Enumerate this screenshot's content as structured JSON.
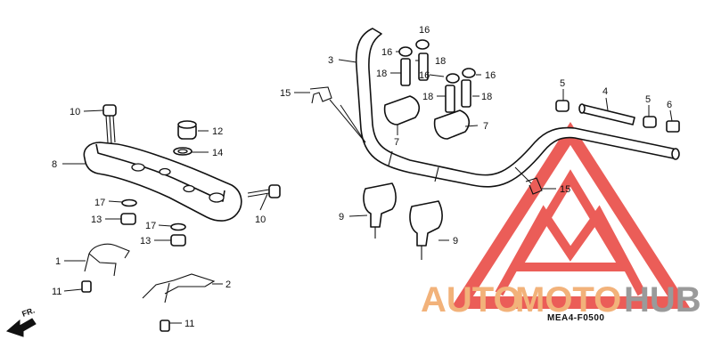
{
  "diagram": {
    "code": "MEA4-F0500",
    "direction_label": "FR.",
    "callouts": {
      "c1": "1",
      "c2": "2",
      "c3": "3",
      "c4": "4",
      "c5a": "5",
      "c5b": "5",
      "c6": "6",
      "c7a": "7",
      "c7b": "7",
      "c8": "8",
      "c9a": "9",
      "c9b": "9",
      "c10a": "10",
      "c10b": "10",
      "c11a": "11",
      "c11b": "11",
      "c12": "12",
      "c13a": "13",
      "c13b": "13",
      "c14": "14",
      "c15a": "15",
      "c15b": "15",
      "c16a": "16",
      "c16b": "16",
      "c16c": "16",
      "c16d": "16",
      "c17a": "17",
      "c17b": "17",
      "c18a": "18",
      "c18b": "18",
      "c18c": "18",
      "c18d": "18"
    }
  },
  "watermark": {
    "part1": "AUTO",
    "part2": "MOTO",
    "part3": "HUB",
    "colors": {
      "triangle": "#e8413c",
      "orange": "#f2b27a",
      "gray": "#9a9a9a"
    }
  }
}
